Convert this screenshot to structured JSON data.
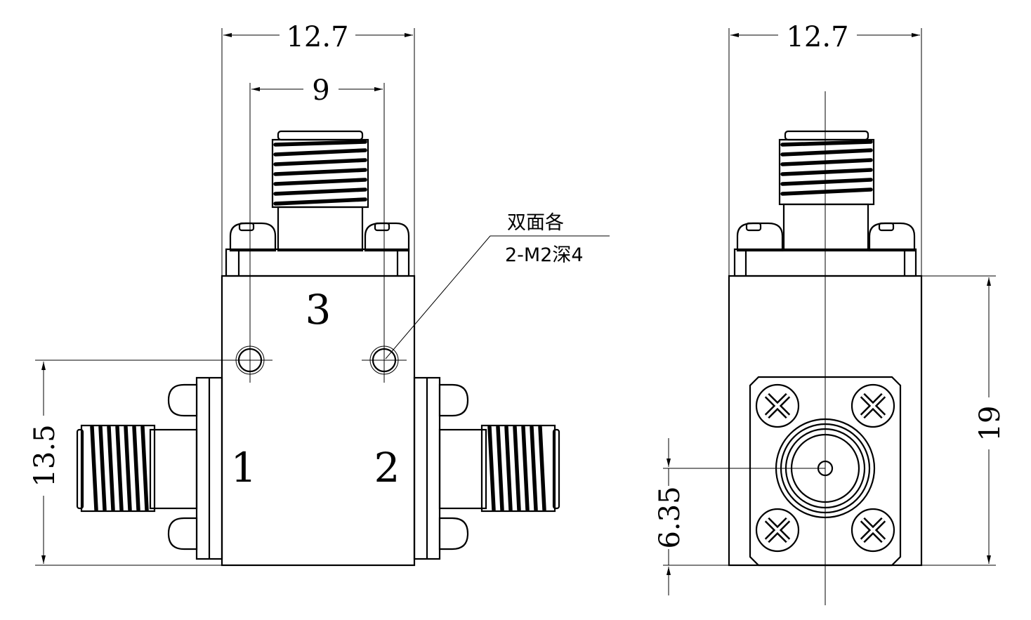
{
  "front_view": {
    "dim_width": "12.7",
    "dim_hole_spacing": "9",
    "dim_height": "13.5",
    "port_top": "3",
    "port_left": "1",
    "port_right": "2"
  },
  "side_view": {
    "dim_width": "12.7",
    "dim_height": "19",
    "dim_connector_offset": "6.35"
  },
  "note": {
    "line1": "双面各",
    "line2": "2-M2深4"
  }
}
